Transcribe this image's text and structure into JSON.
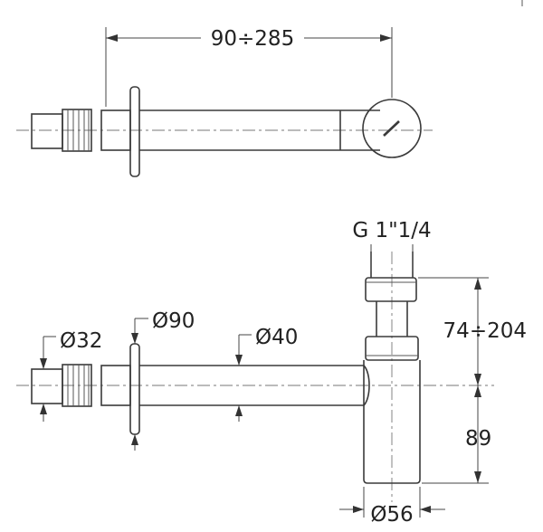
{
  "dimensions": {
    "length_range": "90÷285",
    "thread": "G 1\"1/4",
    "height_range": "74÷204",
    "height_fixed": "89",
    "dia_inlet": "Ø32",
    "dia_rosette": "Ø90",
    "dia_pipe": "Ø40",
    "dia_trap": "Ø56"
  }
}
